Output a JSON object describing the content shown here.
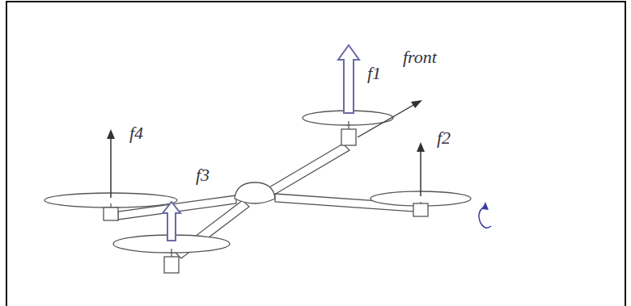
{
  "diagram": {
    "labels": [
      "f1",
      "front",
      "f2",
      "f4",
      "f3"
    ]
  }
}
